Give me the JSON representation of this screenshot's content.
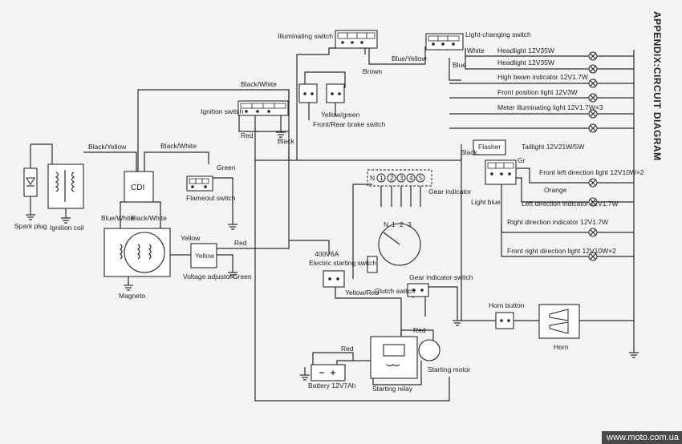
{
  "header": "APPENDIX:CIRCUIT DIAGRAM",
  "watermark": "www.moto.com.ua",
  "components": {
    "spark_plug": "Spark plug",
    "ignition_coil": "Ignition coil",
    "cdi": "CDI",
    "flameout_switch": "Flameout switch",
    "ignition_switch": "Ignition switch",
    "illuminating_switch": "Illuminating switch",
    "light_changing_switch": "Light-changing switch",
    "brake_switch": "Front/Rear brake switch",
    "magneto": "Magneto",
    "voltage_adjustor": "Voltage adjustor",
    "voltage_adjustor_box": "Yellow",
    "fuse": "400V6A",
    "starting_switch": "Electric starting switch",
    "clutch_switch": "Clutch switch",
    "gear_indicator": "Gear indicator",
    "gear_indicator_switch": "Gear indicator switch",
    "battery": "Battery 12V7Ah",
    "starting_relay": "Starting relay",
    "starting_motor": "Starting motor",
    "flasher": "Flasher",
    "horn_button": "Horn button",
    "horn": "Horn",
    "headlight": "Headlight 12V35W",
    "headlight2": "Headlight 12V35W",
    "high_beam": "High beam indicator 12V1.7W",
    "front_position": "Front position light 12V3W",
    "meter_light": "Meter illuminating light 12V1.7W×3",
    "taillight": "Taillight 12V21W/5W",
    "front_left_dir": "Front left direction light 12V10W×2",
    "left_dir_ind": "Left direction indicator 12V1.7W",
    "right_dir_ind": "Right direction indicator 12V1.7W",
    "front_right_dir": "Front right direction light 12V10W×2"
  },
  "gear_labels": [
    "N",
    "1",
    "2",
    "3",
    "4",
    "5"
  ],
  "wires": {
    "black_yellow": "Black/Yellow",
    "black_white_a": "Black/White",
    "black_white_b": "Black/White",
    "black_white_c": "Black/White",
    "blue_white": "Blue/White",
    "black": "Black",
    "black2": "Black",
    "red_a": "Red",
    "red_b": "Red",
    "red_c": "Red",
    "red_d": "Red",
    "green_a": "Green",
    "green_b": "Green",
    "yellow": "Yellow",
    "yellow_green": "Yellow/green",
    "yellow_red": "Yellow/Red",
    "blue_yellow": "Blue/Yellow",
    "blue": "Blue",
    "brown": "Brown",
    "white": "White",
    "gr": "Gr",
    "orange": "Orange",
    "light_blue": "Light blue"
  }
}
